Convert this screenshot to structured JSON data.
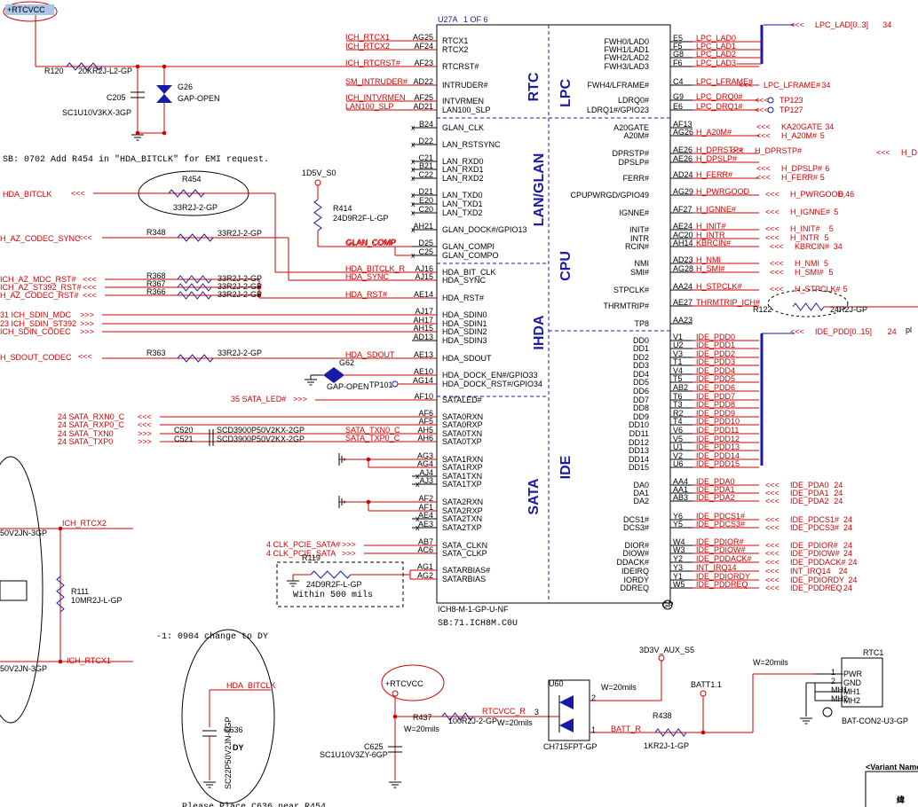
{
  "notes": {
    "sb_note": "SB: 0702 Add R454 in \"HDA_BITCLK\" for EMI request.",
    "change_note": "-1: 0904 change to DY",
    "within_500": "Within 500 mils",
    "sb_part": "SB:71.ICH8M.C0U",
    "bottom_note": "Please Place C636 near R454",
    "variant_name": "<Variant Name>",
    "corner_char": "緯"
  },
  "chip": {
    "ref": "U27A",
    "of": "1 OF 6",
    "part": "ICH8-M-1-GP-U-NF",
    "gp": "GP",
    "sections_left": [
      "RTC",
      "LAN/GLAN",
      "IHDA",
      "SATA"
    ],
    "sections_right": [
      "LPC",
      "CPU",
      "IDE"
    ],
    "left_pins": [
      {
        "ball": "AG25",
        "name": "RTCX1",
        "net": "ICH_RTCX1"
      },
      {
        "ball": "AF24",
        "name": "RTCX2",
        "net": "ICH_RTCX2"
      },
      {
        "ball": "AF23",
        "name": "RTCRST#",
        "net": "ICH_RTCRST#"
      },
      {
        "ball": "AD22",
        "name": "INTRUDER#",
        "net": "SM_INTRUDER#"
      },
      {
        "ball": "AF25",
        "name": "INTVRMEN",
        "net": "ICH_INTVRMEN"
      },
      {
        "ball": "AD21",
        "name": "LAN100_SLP",
        "net": "LAN100_SLP"
      },
      {
        "ball": "B24",
        "name": "GLAN_CLK",
        "net": ""
      },
      {
        "ball": "D22",
        "name": "LAN_RSTSYNC",
        "net": ""
      },
      {
        "ball": "C21",
        "name": "LAN_RXD0",
        "net": ""
      },
      {
        "ball": "B21",
        "name": "LAN_RXD1",
        "net": ""
      },
      {
        "ball": "C22",
        "name": "LAN_RXD2",
        "net": ""
      },
      {
        "ball": "D21",
        "name": "LAN_TXD0",
        "net": ""
      },
      {
        "ball": "E20",
        "name": "LAN_TXD1",
        "net": ""
      },
      {
        "ball": "C20",
        "name": "LAN_TXD2",
        "net": ""
      },
      {
        "ball": "AH21",
        "name": "GLAN_DOCK#/GPIO13",
        "net": ""
      },
      {
        "ball": "D25",
        "name": "GLAN_COMPI",
        "net": "GLAN_COMP"
      },
      {
        "ball": "C25",
        "name": "GLAN_COMPO",
        "net": ""
      },
      {
        "ball": "AJ16",
        "name": "HDA_BIT_CLK",
        "net": "HDA_BITCLK_R"
      },
      {
        "ball": "AJ15",
        "name": "HDA_SYNC",
        "net": "HDA_SYNC"
      },
      {
        "ball": "AE14",
        "name": "HDA_RST#",
        "net": "HDA_RST#"
      },
      {
        "ball": "AJ17",
        "name": "HDA_SDIN0",
        "net": ""
      },
      {
        "ball": "AH17",
        "name": "HDA_SDIN1",
        "net": ""
      },
      {
        "ball": "AH15",
        "name": "HDA_SDIN2",
        "net": ""
      },
      {
        "ball": "AD13",
        "name": "HDA_SDIN3",
        "net": ""
      },
      {
        "ball": "AE13",
        "name": "HDA_SDOUT",
        "net": "HDA_SDOUT"
      },
      {
        "ball": "AE10",
        "name": "HDA_DOCK_EN#/GPIO33",
        "net": ""
      },
      {
        "ball": "AG14",
        "name": "HDA_DOCK_RST#/GPIO34",
        "net": ""
      },
      {
        "ball": "AF10",
        "name": "SATALED#",
        "net": ""
      },
      {
        "ball": "AF6",
        "name": "SATA0RXN",
        "net": ""
      },
      {
        "ball": "AF5",
        "name": "SATA0RXP",
        "net": ""
      },
      {
        "ball": "AH5",
        "name": "SATA0TXN",
        "net": "SATA_TXN0_C"
      },
      {
        "ball": "AH6",
        "name": "SATA0TXP",
        "net": "SATA_TXP0_C"
      },
      {
        "ball": "AG3",
        "name": "SATA1RXN",
        "net": ""
      },
      {
        "ball": "AG4",
        "name": "SATA1RXP",
        "net": ""
      },
      {
        "ball": "AJ4",
        "name": "SATA1TXN",
        "net": ""
      },
      {
        "ball": "AJ3",
        "name": "SATA1TXP",
        "net": ""
      },
      {
        "ball": "AF2",
        "name": "SATA2RXN",
        "net": ""
      },
      {
        "ball": "AF1",
        "name": "SATA2RXP",
        "net": ""
      },
      {
        "ball": "AE4",
        "name": "SATA2TXN",
        "net": ""
      },
      {
        "ball": "AE3",
        "name": "SATA2TXP",
        "net": ""
      },
      {
        "ball": "AB7",
        "name": "SATA_CLKN",
        "net": ""
      },
      {
        "ball": "AC6",
        "name": "SATA_CLKP",
        "net": ""
      },
      {
        "ball": "AG1",
        "name": "SATARBIAS#",
        "net": ""
      },
      {
        "ball": "AG2",
        "name": "SATARBIAS",
        "net": ""
      }
    ],
    "right_pins": [
      {
        "ball": "E5",
        "name": "FWH0/LAD0",
        "net": "LPC_LAD0"
      },
      {
        "ball": "F5",
        "name": "FWH1/LAD1",
        "net": "LPC_LAD1"
      },
      {
        "ball": "G8",
        "name": "FWH2/LAD2",
        "net": "LPC_LAD2"
      },
      {
        "ball": "F6",
        "name": "FWH3/LAD3",
        "net": "LPC_LAD3"
      },
      {
        "ball": "C4",
        "name": "FWH4/LFRAME#",
        "net": "LPC_LFRAME#"
      },
      {
        "ball": "G9",
        "name": "LDRQ0#",
        "net": "LPC_DRQ0#"
      },
      {
        "ball": "E6",
        "name": "LDRQ1#/GPIO23",
        "net": "LPC_DRQ1#"
      },
      {
        "ball": "AF13",
        "name": "A20GATE",
        "net": ""
      },
      {
        "ball": "AG26",
        "name": "A20M#",
        "net": "H_A20M#"
      },
      {
        "ball": "AE26",
        "name": "DPRSTP#",
        "net": "H_DPRSTP#"
      },
      {
        "ball": "AE26",
        "name": "DPSLP#",
        "net": "H_DPSLP#"
      },
      {
        "ball": "AD24",
        "name": "FERR#",
        "net": "H_FERR#"
      },
      {
        "ball": "AG29",
        "name": "CPUPWRGD/GPIO49",
        "net": "H_PWRGOOD"
      },
      {
        "ball": "AF27",
        "name": "IGNNE#",
        "net": "H_IGNNE#"
      },
      {
        "ball": "AE24",
        "name": "INIT#",
        "net": "H_INIT#"
      },
      {
        "ball": "AC20",
        "name": "INTR",
        "net": "H_INTR"
      },
      {
        "ball": "AH14",
        "name": "RCIN#",
        "net": "KBRCIN#"
      },
      {
        "ball": "AD23",
        "name": "NMI",
        "net": "H_NMI"
      },
      {
        "ball": "AG28",
        "name": "SMI#",
        "net": "H_SMI#"
      },
      {
        "ball": "AA24",
        "name": "STPCLK#",
        "net": "H_STPCLK#"
      },
      {
        "ball": "AE27",
        "name": "THRMTRIP#",
        "net": "THRMTRIP_ICH#"
      },
      {
        "ball": "AA23",
        "name": "TP8",
        "net": ""
      },
      {
        "ball": "V1",
        "name": "DD0",
        "net": "IDE_PDD0"
      },
      {
        "ball": "U2",
        "name": "DD1",
        "net": "IDE_PDD1"
      },
      {
        "ball": "V3",
        "name": "DD2",
        "net": "IDE_PDD2"
      },
      {
        "ball": "T1",
        "name": "DD3",
        "net": "IDE_PDD3"
      },
      {
        "ball": "V4",
        "name": "DD4",
        "net": "IDE_PDD4"
      },
      {
        "ball": "T5",
        "name": "DD5",
        "net": "IDE_PDD5"
      },
      {
        "ball": "AB2",
        "name": "DD6",
        "net": "IDE_PDD6"
      },
      {
        "ball": "T6",
        "name": "DD7",
        "net": "IDE_PDD7"
      },
      {
        "ball": "T3",
        "name": "DD8",
        "net": "IDE_PDD8"
      },
      {
        "ball": "R2",
        "name": "DD9",
        "net": "IDE_PDD9"
      },
      {
        "ball": "T4",
        "name": "DD10",
        "net": "IDE_PDD10"
      },
      {
        "ball": "V6",
        "name": "DD11",
        "net": "IDE_PDD11"
      },
      {
        "ball": "V5",
        "name": "DD12",
        "net": "IDE_PDD12"
      },
      {
        "ball": "U1",
        "name": "DD13",
        "net": "IDE_PDD13"
      },
      {
        "ball": "V2",
        "name": "DD14",
        "net": "IDE_PDD14"
      },
      {
        "ball": "U6",
        "name": "DD15",
        "net": "IDE_PDD15"
      },
      {
        "ball": "AA4",
        "name": "DA0",
        "net": "IDE_PDA0"
      },
      {
        "ball": "AA1",
        "name": "DA1",
        "net": "IDE_PDA1"
      },
      {
        "ball": "AB3",
        "name": "DA2",
        "net": "IDE_PDA2"
      },
      {
        "ball": "Y6",
        "name": "DCS1#",
        "net": "IDE_PDCS1#"
      },
      {
        "ball": "Y5",
        "name": "DCS3#",
        "net": "IDE_PDCS3#"
      },
      {
        "ball": "W4",
        "name": "DIOR#",
        "net": "IDE_PDIOR#"
      },
      {
        "ball": "W3",
        "name": "DIOW#",
        "net": "IDE_PDIOW#"
      },
      {
        "ball": "Y2",
        "name": "DDACK#",
        "net": "IDE_PDDACK#"
      },
      {
        "ball": "Y3",
        "name": "IDEIRQ",
        "net": "INT_IRQ14"
      },
      {
        "ball": "Y1",
        "name": "IORDY",
        "net": "IDE_PDIORDY"
      },
      {
        "ball": "W5",
        "name": "DDREQ",
        "net": "IDE_PDDREQ"
      }
    ]
  },
  "offpage_right": [
    {
      "label": "LPC_LAD[0..3]",
      "page": "34"
    },
    {
      "label": "LPC_LFRAME#",
      "page": "34"
    },
    {
      "label": "TP123",
      "page": ""
    },
    {
      "label": "TP127",
      "page": ""
    },
    {
      "label": "KA20GATE",
      "page": "34"
    },
    {
      "label": "H_A20M#",
      "page": "5"
    },
    {
      "label": "H_DPRSTP#",
      "page": ""
    },
    {
      "label": "H_D",
      "page": ""
    },
    {
      "label": "H_DPSLP#",
      "page": "6"
    },
    {
      "label": "H_FERR#",
      "page": "5"
    },
    {
      "label": "H_PWRGOOD",
      "page": "6,46"
    },
    {
      "label": "H_IGNNE#",
      "page": "5"
    },
    {
      "label": "H_INIT#",
      "page": "5"
    },
    {
      "label": "H_INTR",
      "page": "5"
    },
    {
      "label": "KBRCIN#",
      "page": "34"
    },
    {
      "label": "H_NMI",
      "page": "5"
    },
    {
      "label": "H_SMI#",
      "page": "5"
    },
    {
      "label": "H_STPCLK#",
      "page": "5"
    },
    {
      "label": "IDE_PDD[0..15]",
      "page": "24"
    },
    {
      "label": "IDE_PDA0",
      "page": "24"
    },
    {
      "label": "IDE_PDA1",
      "page": "24"
    },
    {
      "label": "IDE_PDA2",
      "page": "24"
    },
    {
      "label": "IDE_PDCS1#",
      "page": "24"
    },
    {
      "label": "IDE_PDCS3#",
      "page": "24"
    },
    {
      "label": "IDE_PDIOR#",
      "page": "24"
    },
    {
      "label": "IDE_PDIOW#",
      "page": "24"
    },
    {
      "label": "IDE_PDDACK#",
      "page": "24"
    },
    {
      "label": "INT_IRQ14",
      "page": "24"
    },
    {
      "label": "IDE_PDIORDY",
      "page": "24"
    },
    {
      "label": "IDE_PDDREQ",
      "page": "24"
    }
  ],
  "offpage_left": [
    {
      "label": "HDA_BITCLK"
    },
    {
      "label": "H_AZ_CODEC_SYNC"
    },
    {
      "label": "ICH_AZ_MDC_RST#"
    },
    {
      "label": "ICH_AZ_ST392_RST#"
    },
    {
      "label": "H_AZ_CODEC_RST#"
    },
    {
      "label": "31 ICH_SDIN_MDC"
    },
    {
      "label": "23 ICH_SDIN_ST392"
    },
    {
      "label": "ICH_SDIN_CODEC"
    },
    {
      "label": "H_SDOUT_CODEC"
    },
    {
      "label": "35 SATA_LED#"
    },
    {
      "label": "24 SATA_RXN0_C"
    },
    {
      "label": "24 SATA_RXP0_C"
    },
    {
      "label": "24 SATA_TXN0"
    },
    {
      "label": "24 SATA_TXP0"
    },
    {
      "label": "4 CLK_PCIE_SATA#"
    },
    {
      "label": "4 CLK_PCIE_SATA"
    }
  ],
  "components": {
    "rtcvcc": "+RTCVCC",
    "r120": "R120",
    "r120_val": "20KR2J-L2-GP",
    "c205": "C205",
    "c205_val": "SC1U10V3KX-3GP",
    "g26": "G26",
    "g26_val": "GAP-OPEN",
    "r454": "R454",
    "r454_val": "33R2J-2-GP",
    "v1d5": "1D5V_S0",
    "r414": "R414",
    "r414_val": "24D9R2F-L-GP",
    "r348": "R348",
    "r348_val": "33R2J-2-GP",
    "r368": "R368",
    "r367": "R367",
    "r366": "R366",
    "r36x_val": "33R2J-2-GP",
    "r363": "R363",
    "r363_val": "33R2J-2-GP",
    "g62": "G62",
    "g62_val": "GAP-OPEN",
    "tp101": "TP101",
    "c520": "C520",
    "c521": "C521",
    "c52x_val": "SCD3900P50V2KX-2GP",
    "r119": "R119",
    "r119_val": "24D9R2F-L-GP",
    "r122": "R122",
    "r122_val": "24R2J-GP",
    "pl": "pl",
    "ich_rtcx2": "ICH_RTCX2",
    "ich_rtcx1": "ICH_RTCX1",
    "r111": "R111",
    "r111_val": "10MR2J-L-GP",
    "cap_val1": "50V2JN-3GP",
    "cap_val2": "50V2JN-3GP",
    "c636": "C636",
    "c636_val": "SC22P50V2JN-4GP",
    "dy": "DY",
    "hda_bitclk2": "HDA_BITCLK",
    "v3d3": "3D3V_AUX_S5",
    "u60": "U60",
    "u60_val": "CH715FPT-GP",
    "r437": "R437",
    "r437_val": "100R2J-2-GP",
    "w20_a": "W=20mils",
    "w20_b": "W=20mils",
    "w20_c": "W=20mils",
    "w20_d": "W=20mils",
    "rtcvcc_r": "RTCVCC_R",
    "c625": "C625",
    "c625_val": "SC1U10V3ZY-6GP",
    "batt11": "BATT1.1",
    "r438": "R438",
    "r438_val": "1KR2J-1-GP",
    "batt_r": "BATT_R",
    "rtc1": "RTC1",
    "rtc1_pins": [
      "PWR",
      "GND",
      "MH1",
      "MH2"
    ],
    "rtc1_nums": [
      "1",
      "2",
      "MH1",
      "MH2"
    ],
    "rtc1_val": "BAT-CON2-U3-GP",
    "tp123": "TP123",
    "tp127": "TP127"
  }
}
